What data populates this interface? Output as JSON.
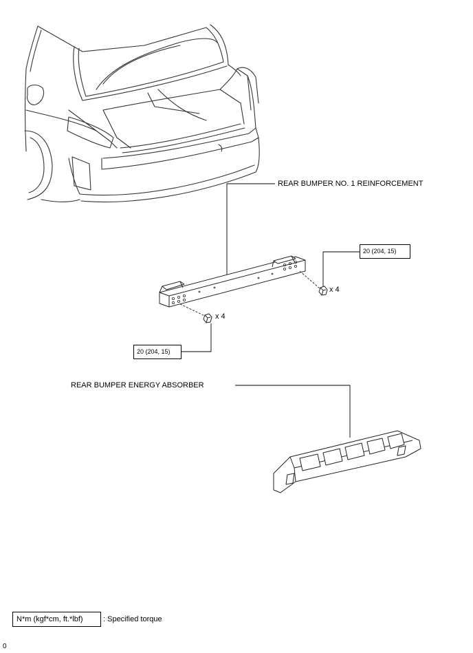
{
  "labels": {
    "reinforcement": "REAR BUMPER NO. 1 REINFORCEMENT",
    "absorber": "REAR BUMPER ENERGY ABSORBER"
  },
  "torques": {
    "right": "20 (204, 15)",
    "left": "20 (204, 15)"
  },
  "bolt_counts": {
    "right": "x 4",
    "left": "x 4"
  },
  "legend": {
    "unit": "N*m (kgf*cm, ft.*lbf)",
    "description": ": Specified torque"
  },
  "page_marker": "0"
}
